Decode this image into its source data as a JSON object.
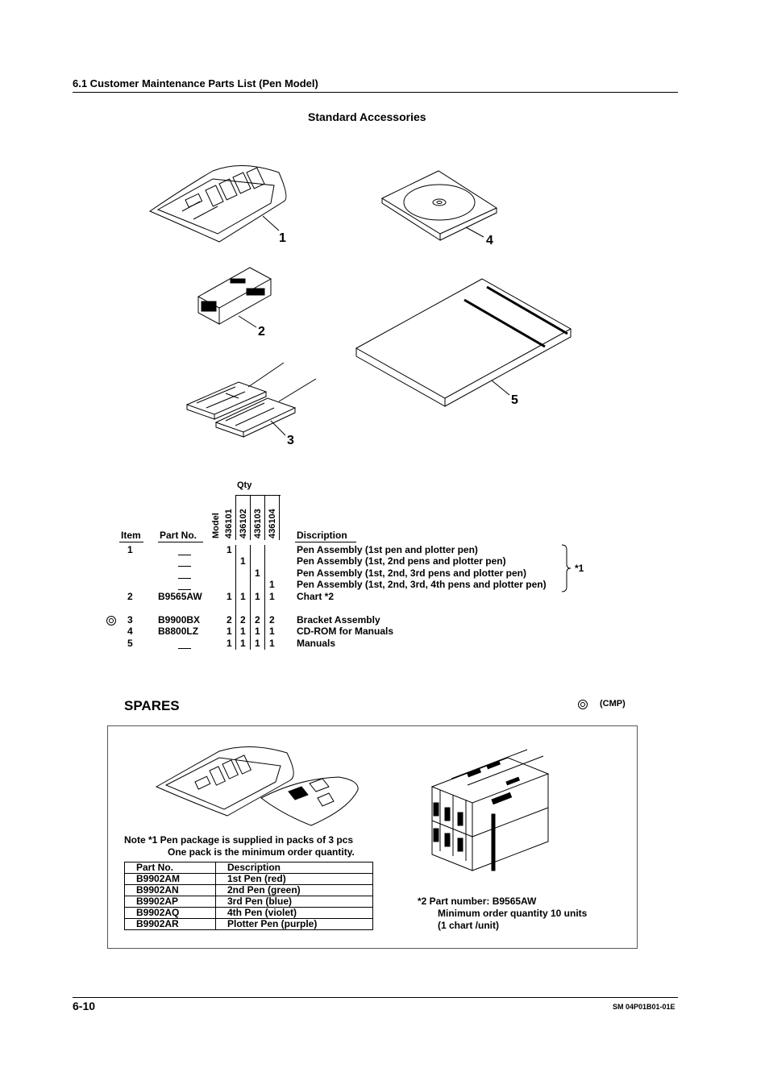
{
  "header": {
    "section_title": "6.1  Customer Maintenance Parts List (Pen Model)"
  },
  "figure": {
    "title": "Standard  Accessories",
    "callouts": [
      "1",
      "2",
      "3",
      "4",
      "5"
    ]
  },
  "accessories_table": {
    "qty_label": "Qty",
    "model_label": "Model",
    "models": [
      "436101",
      "436102",
      "436103",
      "436104"
    ],
    "headers": {
      "item": "Item",
      "part_no": "Part  No.",
      "description": "Discription"
    },
    "rows": [
      {
        "item": "1",
        "part_no": "",
        "qty": [
          "1",
          "",
          "",
          ""
        ],
        "description": "Pen Assembly (1st pen and plotter pen)",
        "cmp": false
      },
      {
        "item": "",
        "part_no": "",
        "qty": [
          "",
          "1",
          "",
          ""
        ],
        "description": "Pen Assembly (1st, 2nd pens and plotter pen)",
        "cmp": false
      },
      {
        "item": "",
        "part_no": "",
        "qty": [
          "",
          "",
          "1",
          ""
        ],
        "description": "Pen Assembly (1st, 2nd, 3rd pens and plotter pen)",
        "cmp": false
      },
      {
        "item": "",
        "part_no": "",
        "qty": [
          "",
          "",
          "",
          "1"
        ],
        "description": "Pen Assembly (1st, 2nd, 3rd, 4th pens and plotter pen)",
        "cmp": false
      },
      {
        "item": "2",
        "part_no": "B9565AW",
        "qty": [
          "1",
          "1",
          "1",
          "1"
        ],
        "description": "Chart   *2",
        "cmp": false
      },
      {
        "item": "3",
        "part_no": "B9900BX",
        "qty": [
          "2",
          "2",
          "2",
          "2"
        ],
        "description": "Bracket Assembly",
        "cmp": true
      },
      {
        "item": "4",
        "part_no": "B8800LZ",
        "qty": [
          "1",
          "1",
          "1",
          "1"
        ],
        "description": "CD-ROM for Manuals",
        "cmp": false
      },
      {
        "item": "5",
        "part_no": "",
        "qty": [
          "1",
          "1",
          "1",
          "1"
        ],
        "description": "Manuals",
        "cmp": false
      }
    ],
    "footnote_ref": "*1"
  },
  "spares": {
    "title": "SPARES",
    "cmp_label": "(CMP)",
    "note_line1": "Note  *1 Pen package is supplied in packs of 3 pcs",
    "note_line2": "One pack is the minimum order quantity.",
    "table_headers": {
      "part_no": "Part  No.",
      "description": "Description"
    },
    "table_rows": [
      {
        "part_no": "B9902AM",
        "description": "1st Pen (red)"
      },
      {
        "part_no": "B9902AN",
        "description": "2nd Pen (green)"
      },
      {
        "part_no": "B9902AP",
        "description": "3rd Pen (blue)"
      },
      {
        "part_no": "B9902AQ",
        "description": "4th Pen (violet)"
      },
      {
        "part_no": "B9902AR",
        "description": "Plotter Pen (purple)"
      }
    ],
    "chart_note_line1": "*2   Part  number: B9565AW",
    "chart_note_line2": "Minimum order quantity 10 units",
    "chart_note_line3": "(1 chart /unit)"
  },
  "footer": {
    "page_number": "6-10",
    "doc_id": "SM 04P01B01-01E"
  }
}
